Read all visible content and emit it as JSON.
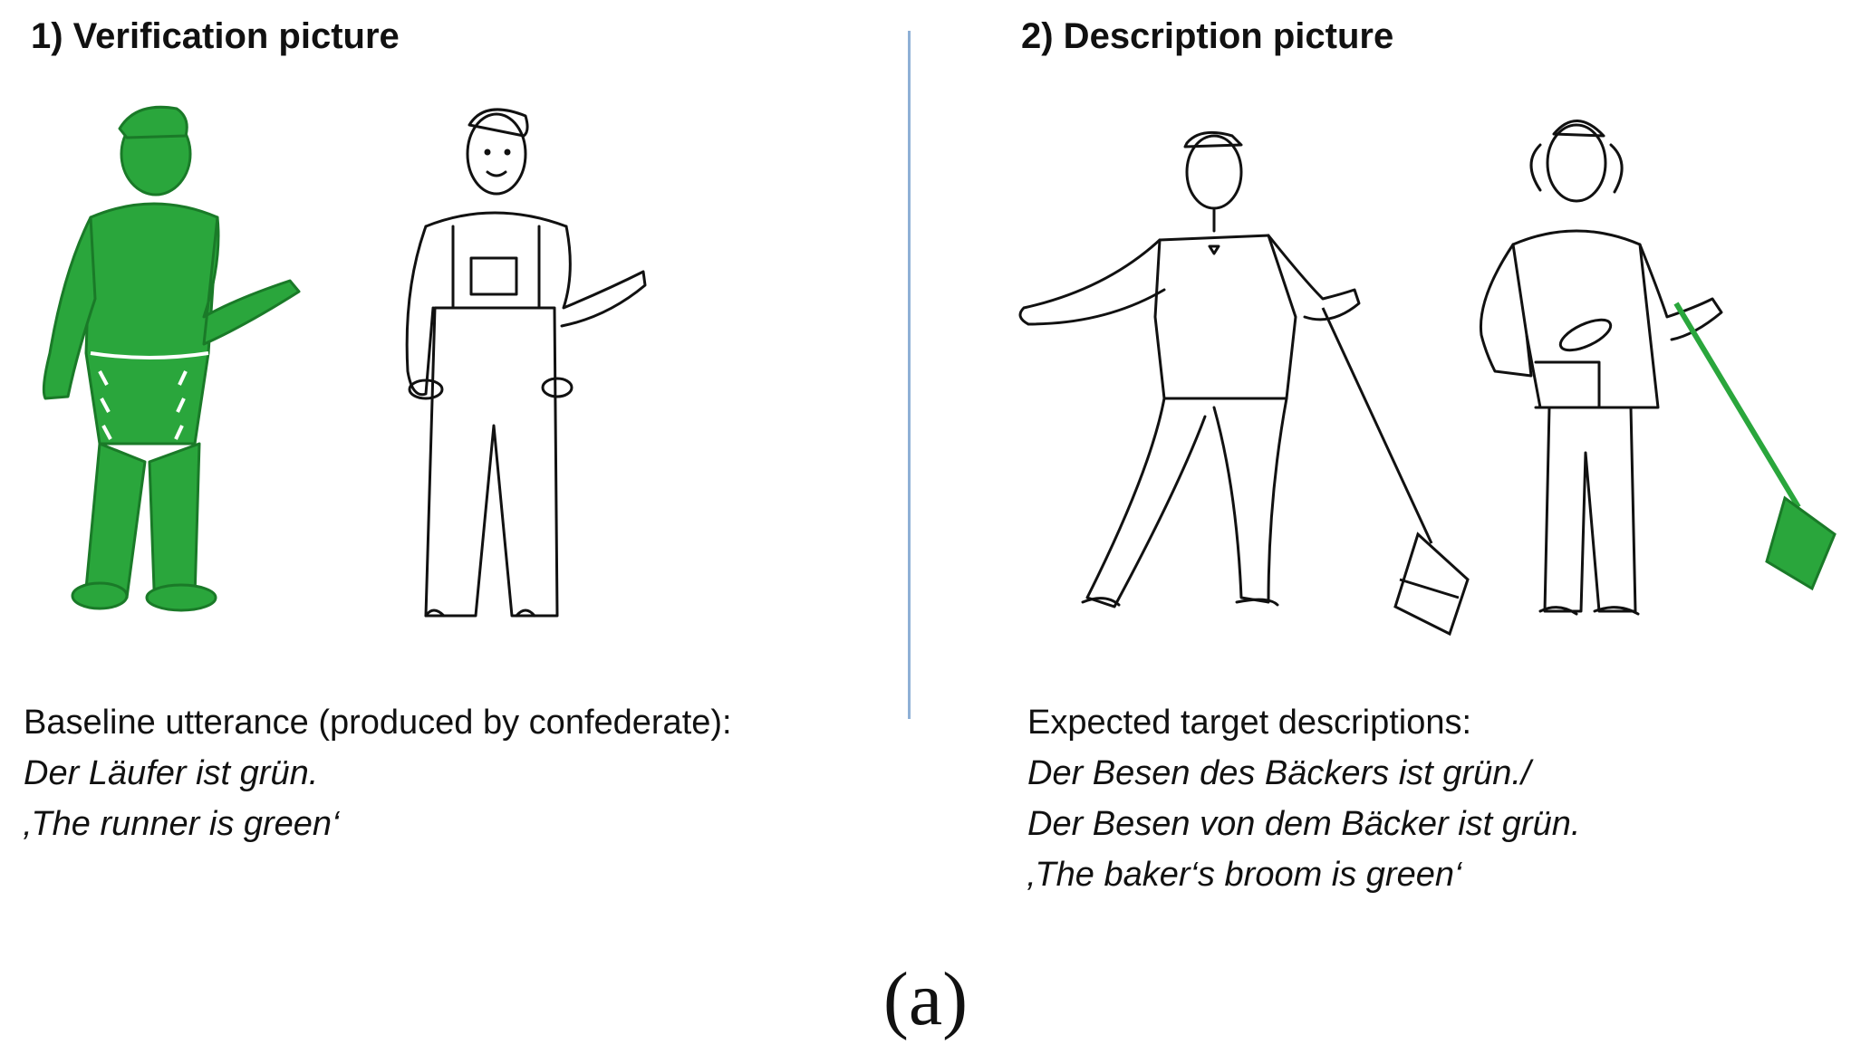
{
  "panel1": {
    "title": "1) Verification picture",
    "caption_line1": "Baseline utterance (produced by confederate):",
    "caption_line2": "Der Läufer ist grün.",
    "caption_line3": "‚The runner is green‘"
  },
  "panel2": {
    "title": "2) Description picture",
    "caption_line1": "Expected target descriptions:",
    "caption_line2": "Der Besen des Bäckers ist grün./",
    "caption_line3": "Der Besen von dem Bäcker ist grün.",
    "caption_line4": "‚The baker‘s broom is green‘"
  },
  "figure_label": "(a)",
  "colors": {
    "green": "#2aa63c",
    "line": "#111111",
    "divider": "#8fb0d6"
  }
}
